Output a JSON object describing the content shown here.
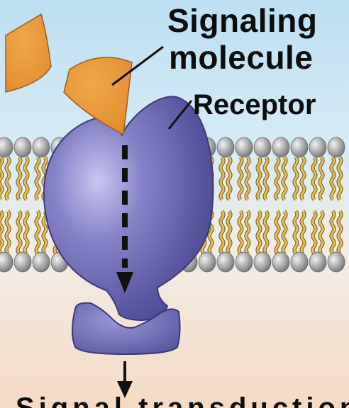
{
  "labels": {
    "signaling_line1": "Signaling",
    "signaling_line2": "molecule",
    "receptor": "Receptor",
    "bottom_cut_text": "Signal transduction"
  },
  "colors": {
    "extracellular_top": "#b9dcf1",
    "intracellular_bottom": "#f6dcc6",
    "ligand": "#e8973a",
    "receptor": "#6e6cb2",
    "lipid_head": "#a9a9a9",
    "lipid_tail": "#e6be55"
  }
}
